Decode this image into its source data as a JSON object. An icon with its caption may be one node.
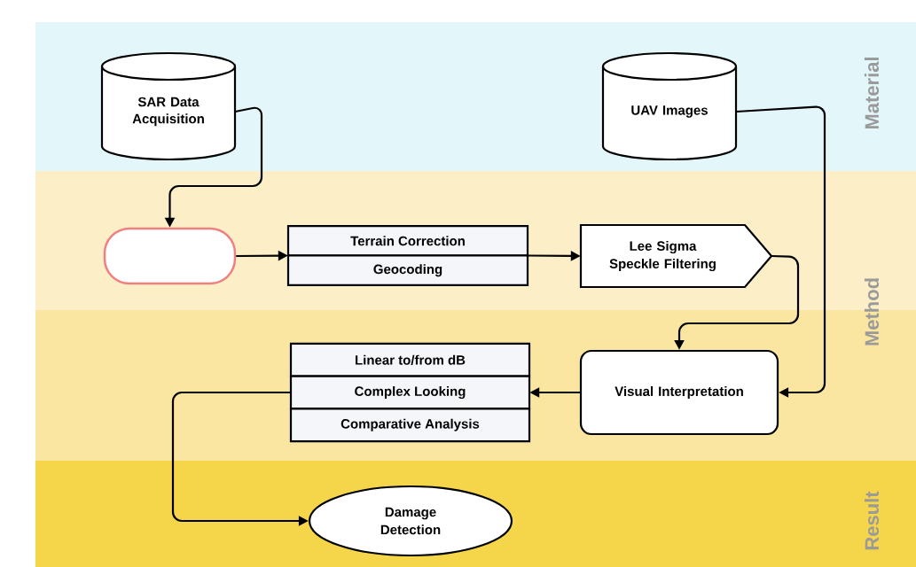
{
  "diagram": {
    "nodes": [
      {
        "text": [
          "Material"
        ]
      },
      {
        "text": [
          "SAR Data Acquisition"
        ],
        "in": 0
      },
      {
        "text": [
          "UAV Images"
        ],
        "in": 0
      },
      {
        "text": [
          "Method"
        ]
      },
      {
        "text": [],
        "shape": "box",
        "in": 3
      },
      {
        "text": [
          "Terrain Correction",
          "Geocoding"
        ],
        "in": 3
      },
      {
        "text": [
          "Lee Sigma Speckle Filtering"
        ],
        "in": 3
      },
      {
        "text": [
          "Linear to/from dB",
          "Complex Looking",
          "Comparative Analysis"
        ],
        "in": 3
      },
      {
        "text": [
          "Visual Interpretation"
        ],
        "in": 3
      },
      {
        "text": [
          "Result"
        ]
      },
      {
        "text": [
          "Damage Detection"
        ],
        "in": 9
      }
    ],
    "edges": [
      {
        "from": 1,
        "to": 4,
        "arrow": "to"
      },
      {
        "from": 4,
        "to": 5,
        "arrow": "to"
      },
      {
        "from": 5,
        "to": 6,
        "arrow": "to"
      },
      {
        "from": 6,
        "to": 8,
        "arrow": "to"
      },
      {
        "from": 2,
        "to": 8,
        "arrow": "to"
      },
      {
        "from": 8,
        "to": 7,
        "arrow": "to"
      },
      {
        "from": 7,
        "to": 10,
        "arrow": "to"
      }
    ]
  }
}
